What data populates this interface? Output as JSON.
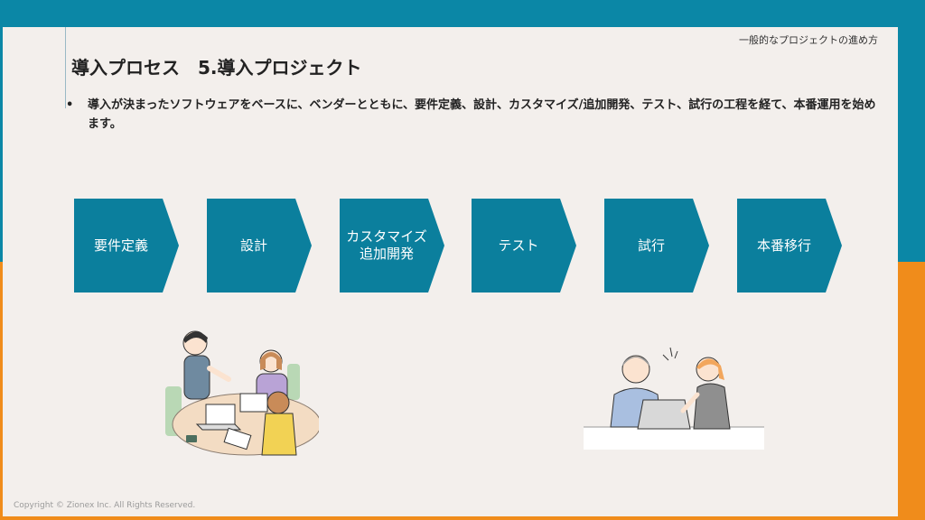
{
  "header": {
    "corner_label": "一般的なプロジェクトの進め方",
    "title": "導入プロセス　5.導入プロジェクト"
  },
  "body": {
    "bullet_symbol": "•",
    "bullet_text": "導入が決まったソフトウェアをベースに、ベンダーとともに、要件定義、設計、カスタマイズ/追加開発、テスト、試行の工程を経て、本番運用を始めます。"
  },
  "process": {
    "color": "#0b7f9d",
    "steps": [
      {
        "label": "要件定義"
      },
      {
        "label": "設計"
      },
      {
        "label": "カスタマイズ\n追加開発"
      },
      {
        "label": "テスト"
      },
      {
        "label": "試行"
      },
      {
        "label": "本番移行"
      }
    ]
  },
  "illustrations": [
    "team-meeting-illustration",
    "consultation-illustration"
  ],
  "footer": {
    "copyright": "Copyright © Zionex Inc. All Rights Reserved."
  },
  "colors": {
    "top_band": "#0b87a6",
    "bottom_band": "#f08c1b",
    "slide_bg": "#f3efec"
  }
}
